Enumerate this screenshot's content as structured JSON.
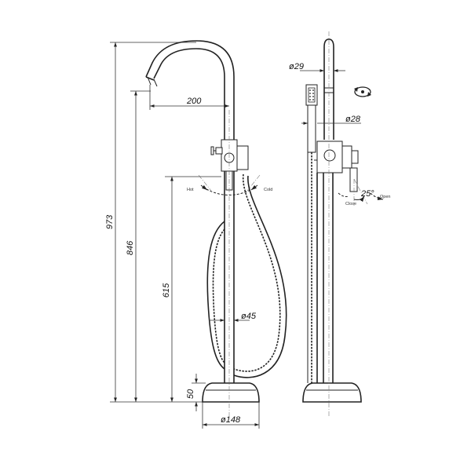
{
  "front_view": {
    "dims": {
      "overall_height": "973",
      "spout_height": "846",
      "handle_height": "615",
      "base_height": "50",
      "spout_reach": "200",
      "pipe_diameter": "ø45",
      "base_diameter": "ø148"
    },
    "labels": {
      "hot": "Hot",
      "cold": "Cold"
    }
  },
  "side_view": {
    "dims": {
      "spout_diameter": "ø29",
      "hand_shower_diameter": "ø28",
      "lever_angle": "25°"
    },
    "labels": {
      "close": "Close",
      "open": "Open"
    },
    "icons": [
      "rotation-icon"
    ]
  }
}
